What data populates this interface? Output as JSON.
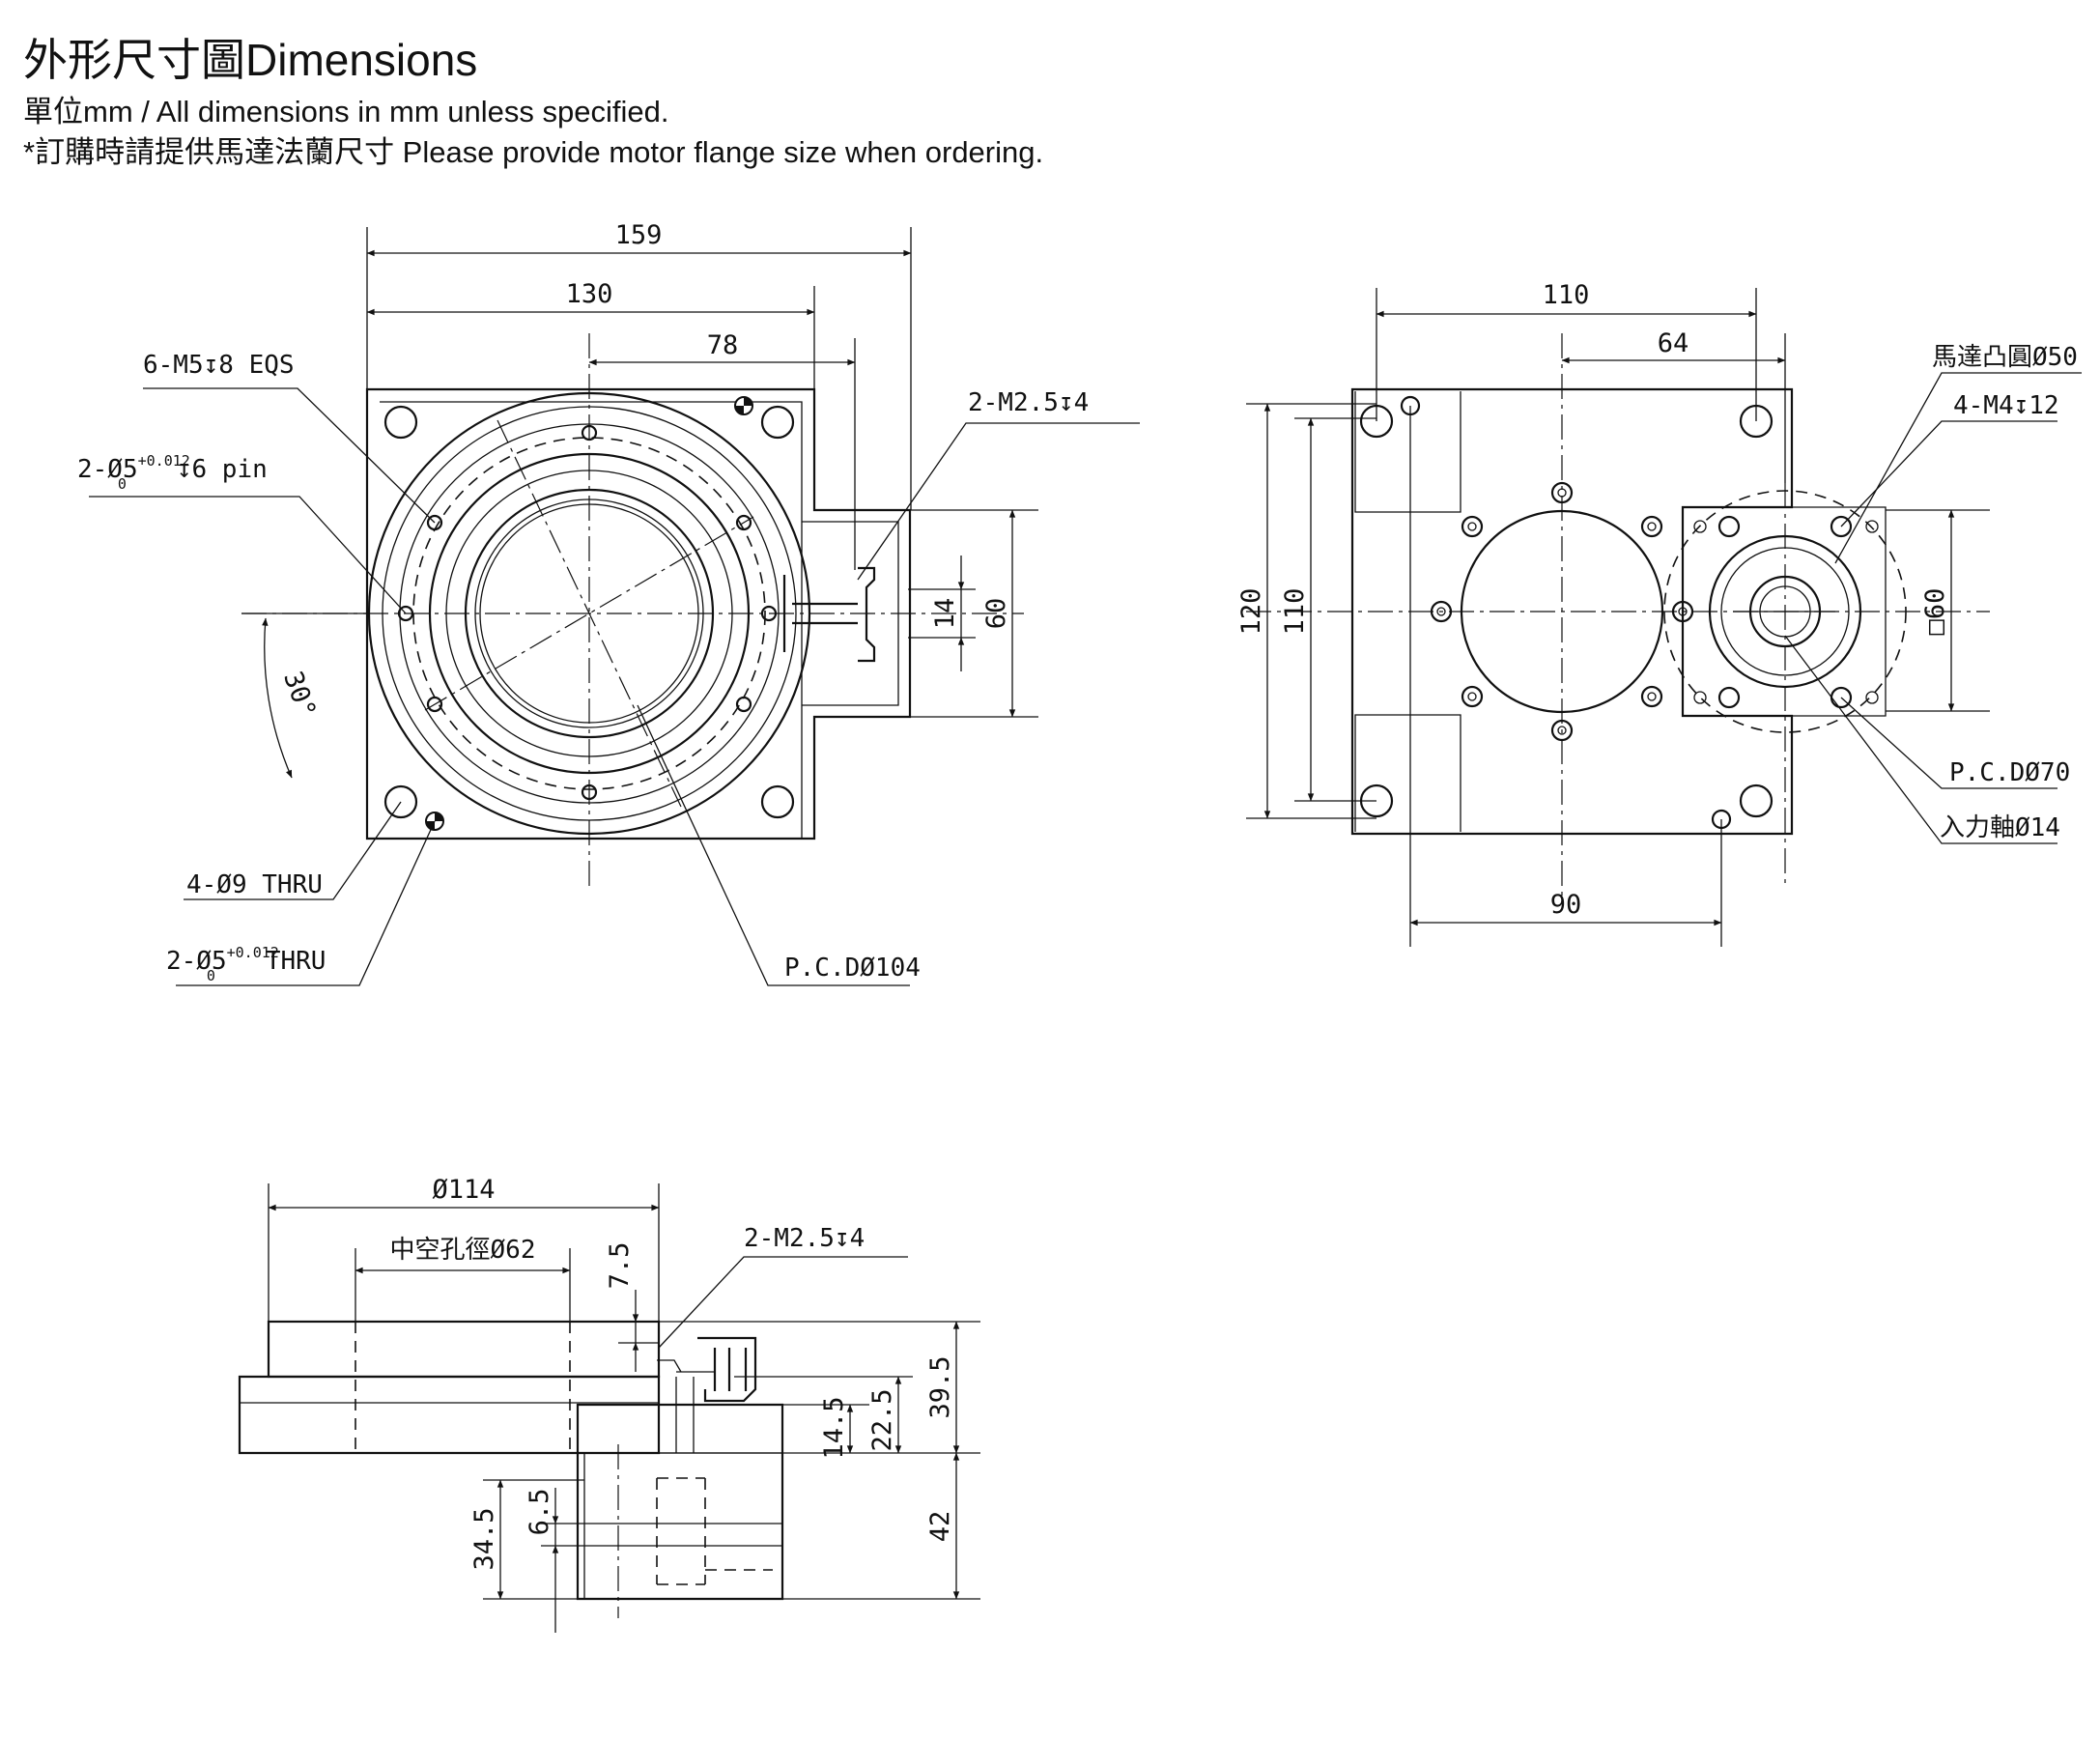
{
  "header": {
    "title": "外形尺寸圖Dimensions",
    "unit_note": "單位mm / All dimensions in mm unless specified.",
    "order_note": "*訂購時請提供馬達法蘭尺寸 Please provide motor flange size when ordering."
  },
  "top_view": {
    "dim_overall": "159",
    "dim_body": "130",
    "dim_center_offset": "78",
    "dim_flange_height": "60",
    "dim_connector": "14",
    "angle": "30°",
    "callout_tapped_holes": "6-M5↧8 EQS",
    "callout_pin_prefix": "2-Ø5",
    "callout_tol_plus": "+0.012",
    "callout_tol_zero": "0",
    "callout_pin_suffix": "↧6 pin",
    "callout_connector": "2-M2.5↧4",
    "callout_mount_holes": "4-Ø9 THRU",
    "callout_thru_prefix": "2-Ø5",
    "callout_thru_suffix": "THRU",
    "callout_pcd": "P.C.DØ104"
  },
  "bottom_view": {
    "dim_width": "110",
    "dim_offset": "64",
    "dim_height_outer": "120",
    "dim_height_inner": "110",
    "dim_hole_spacing": "90",
    "dim_square": "□60",
    "callout_spigot": "馬達凸圓Ø50",
    "callout_motor_holes": "4-M4↧12",
    "callout_pcd": "P.C.DØ70",
    "callout_input_shaft": "入力軸Ø14"
  },
  "side_view": {
    "dim_diameter": "Ø114",
    "dim_hollow": "中空孔徑Ø62",
    "dim_top": "7.5",
    "dim_total": "39.5",
    "dim_mid": "22.5",
    "dim_base": "14.5",
    "dim_lower": "42",
    "dim_shaft": "34.5",
    "dim_step": "6.5",
    "callout_connector": "2-M2.5↧4"
  }
}
